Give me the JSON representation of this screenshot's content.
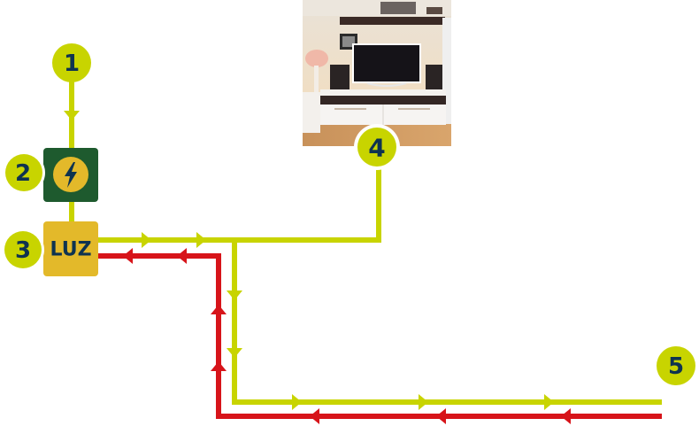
{
  "diagram": {
    "colors": {
      "supply_line": "#c8d400",
      "return_line": "#d7141a",
      "badge_fill": "#c8d400",
      "badge_text": "#0e3350",
      "meter_box": "#1e5a2e",
      "meter_circle": "#e3b92a",
      "luz_box": "#e3b92a"
    },
    "nodes": [
      {
        "id": 1,
        "label": "1"
      },
      {
        "id": 2,
        "label": "2",
        "icon": "lightning-bolt-icon"
      },
      {
        "id": 3,
        "label": "3",
        "box_label": "LUZ"
      },
      {
        "id": 4,
        "label": "4",
        "image": "living-room-tv-photo"
      },
      {
        "id": 5,
        "label": "5"
      }
    ]
  }
}
